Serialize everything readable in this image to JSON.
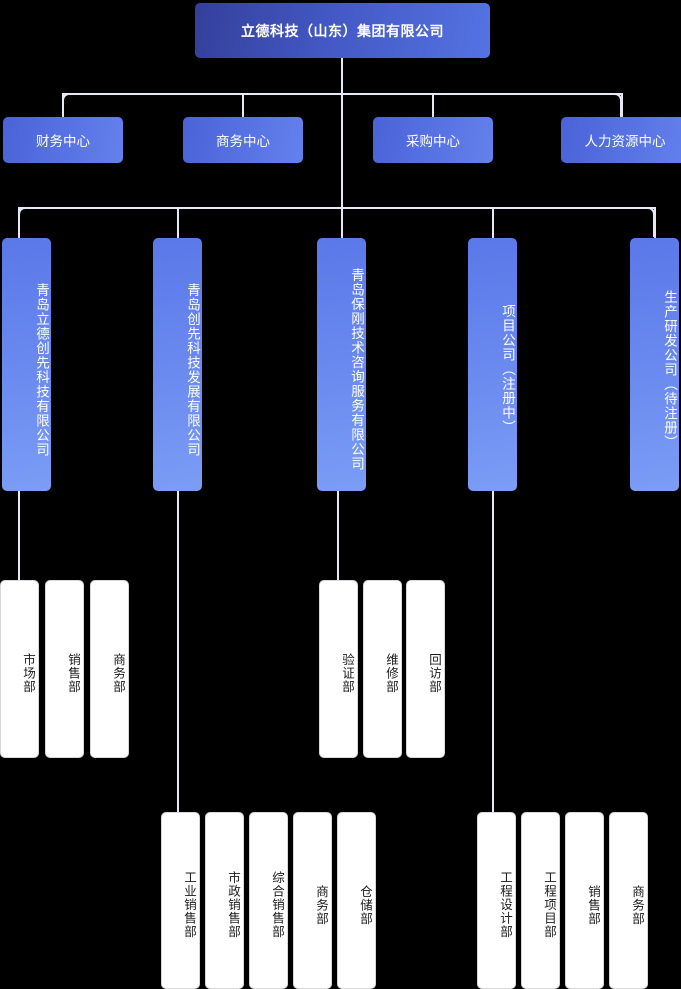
{
  "chart_type": "org-chart",
  "colors": {
    "background": "#000000",
    "root_gradient_from": "#343f9b",
    "root_gradient_to": "#5473e2",
    "center_gradient_from": "#4a63d8",
    "center_gradient_to": "#6381ec",
    "subsidiary_gradient_from": "#5a78e8",
    "subsidiary_gradient_to": "#7b9df5",
    "connector_line": "#e6e9f5",
    "dept_background": "#ffffff",
    "dept_border": "#d8d8d8",
    "dept_text": "#1c1c1c"
  },
  "root": {
    "label": "立德科技（山东）集团有限公司"
  },
  "centers": [
    {
      "label": "财务中心"
    },
    {
      "label": "商务中心"
    },
    {
      "label": "采购中心"
    },
    {
      "label": "人力资源中心"
    }
  ],
  "subsidiaries": [
    {
      "label": "青岛立德创先科技有限公司",
      "departments": [
        {
          "label": "市场部"
        },
        {
          "label": "销售部"
        },
        {
          "label": "商务部"
        }
      ]
    },
    {
      "label": "青岛创先科技发展有限公司",
      "departments": [
        {
          "label": "工业销售部"
        },
        {
          "label": "市政销售部"
        },
        {
          "label": "综合销售部"
        },
        {
          "label": "商务部"
        },
        {
          "label": "仓储部"
        }
      ]
    },
    {
      "label": "青岛保刚技术咨询服务有限公司",
      "departments": [
        {
          "label": "验证部"
        },
        {
          "label": "维修部"
        },
        {
          "label": "回访部"
        }
      ]
    },
    {
      "label": "项目公司（注册中）",
      "departments": [
        {
          "label": "工程设计部"
        },
        {
          "label": "工程项目部"
        },
        {
          "label": "销售部"
        },
        {
          "label": "商务部"
        }
      ]
    },
    {
      "label": "生产研发公司（待注册）",
      "departments": []
    }
  ]
}
